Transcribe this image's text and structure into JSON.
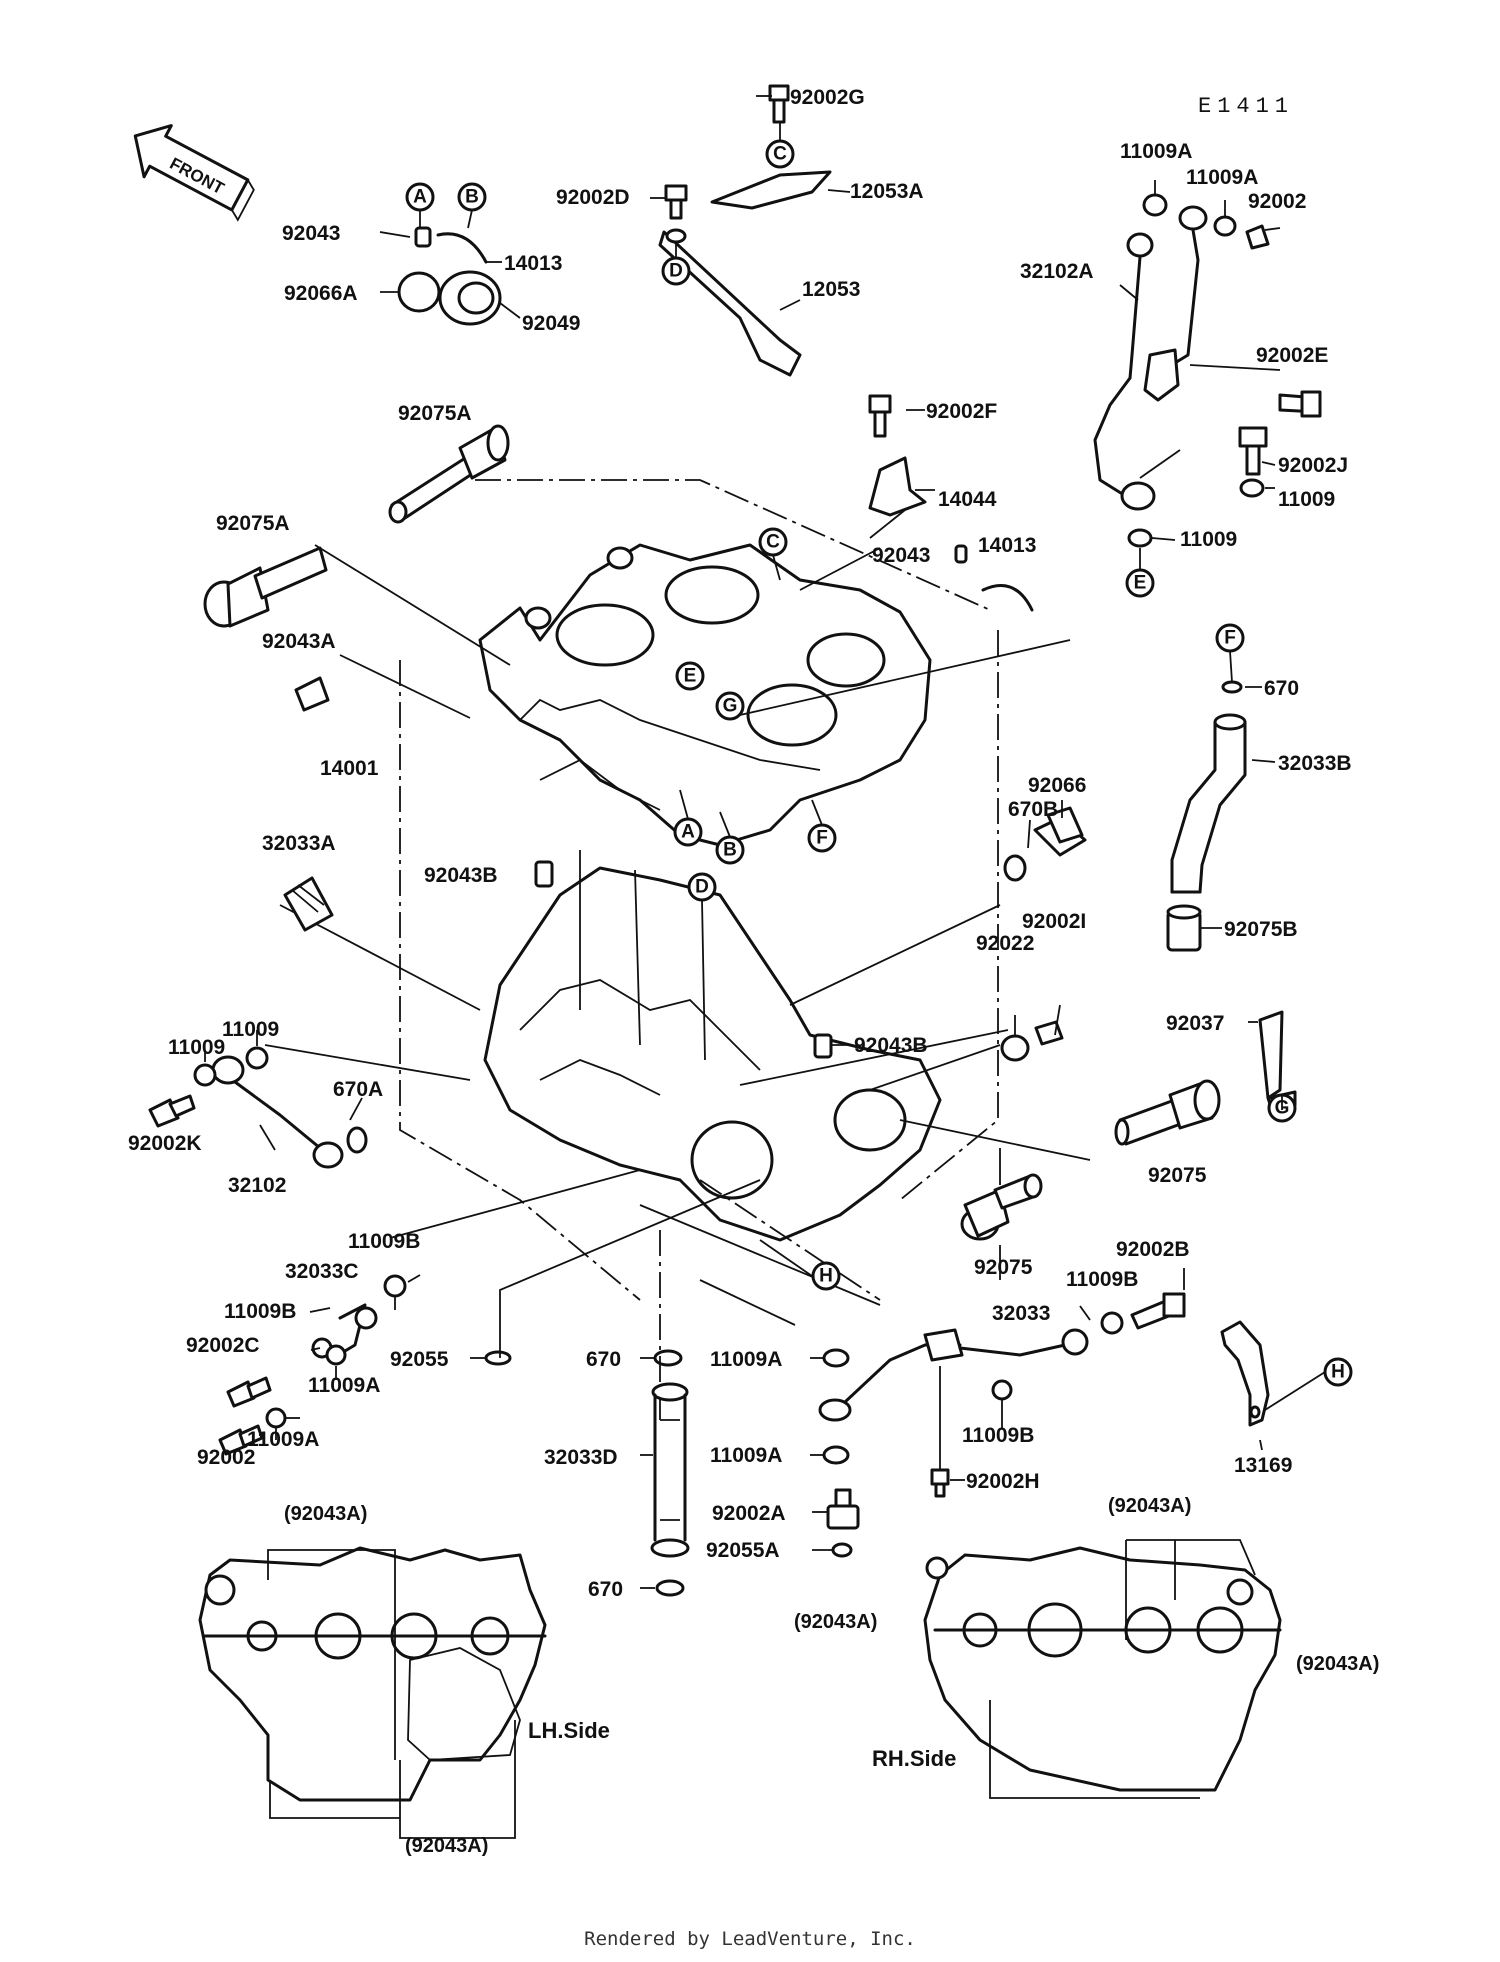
{
  "diagram": {
    "code": "E1411",
    "front_label": "FRONT",
    "footer": "Rendered by LeadVenture, Inc.",
    "side_labels": {
      "lh": "LH.Side",
      "rh": "RH.Side"
    },
    "callouts": [
      "A",
      "B",
      "C",
      "D",
      "E",
      "F",
      "G",
      "H"
    ],
    "part_labels": {
      "p92002G": "92002G",
      "p12053A": "12053A",
      "p92002D": "92002D",
      "p12053": "12053",
      "p92043": "92043",
      "p14013": "14013",
      "p92066A": "92066A",
      "p92049": "92049",
      "p11009A_1": "11009A",
      "p11009A_2": "11009A",
      "p92002_top": "92002",
      "p32102A": "32102A",
      "p92002E": "92002E",
      "p92002J": "92002J",
      "p11009_r1": "11009",
      "p11009_r2": "11009",
      "p92075A_top": "92075A",
      "p92002F": "92002F",
      "p14044": "14044",
      "p92043_mid": "92043",
      "p14013_mid": "14013",
      "p92075A_left": "92075A",
      "p92043A": "92043A",
      "p14001": "14001",
      "p670_top": "670",
      "p32033B": "32033B",
      "p92066": "92066",
      "p670B": "670B",
      "p32033A": "32033A",
      "p92043B_1": "92043B",
      "p92002I": "92002I",
      "p92022": "92022",
      "p92075B": "92075B",
      "p92043B_2": "92043B",
      "p92037": "92037",
      "p11009_l1": "11009",
      "p11009_l2": "11009",
      "p670A": "670A",
      "p92002K": "92002K",
      "p32102": "32102",
      "p92075_r1": "92075",
      "p92075_r2": "92075",
      "p11009B_1": "11009B",
      "p32033C": "32033C",
      "p92002B": "92002B",
      "p11009B_2": "11009B",
      "p11009B_3": "11009B",
      "p32033": "32033",
      "p92002C": "92002C",
      "p92055": "92055",
      "p670_mid": "670",
      "p11009A_3": "11009A",
      "p11009A_4": "11009A",
      "p11009B_4": "11009B",
      "p92002_low": "92002",
      "p11009A_5": "11009A",
      "p32033D": "32033D",
      "p11009A_6": "11009A",
      "p92002H": "92002H",
      "p13169": "13169",
      "p92002A": "92002A",
      "p92055A": "92055A",
      "p670_low": "670",
      "p92043A_p1": "(92043A)",
      "p92043A_p2": "(92043A)",
      "p92043A_p3": "(92043A)",
      "p92043A_p4": "(92043A)",
      "p92043A_p5": "(92043A)"
    }
  }
}
